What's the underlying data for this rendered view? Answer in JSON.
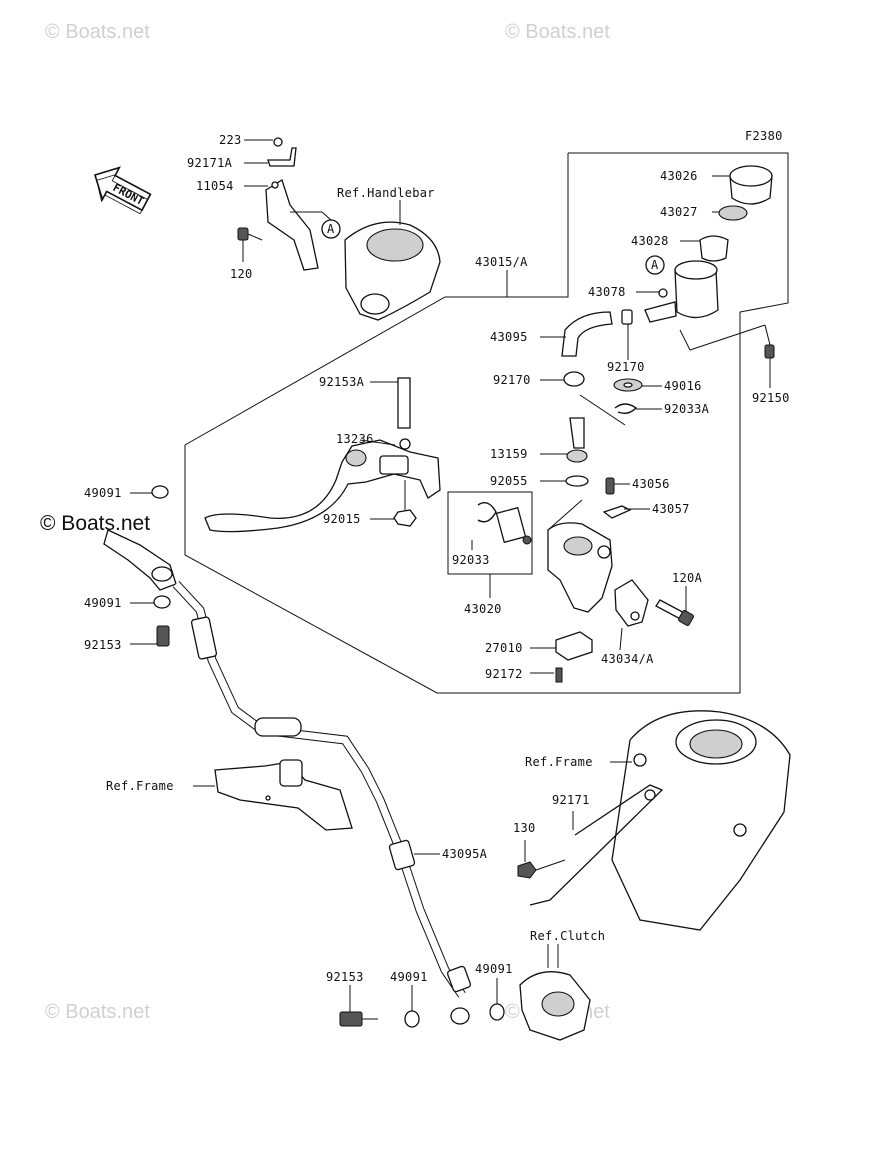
{
  "figure_code": "F2380",
  "front_label": "FRONT",
  "watermarks": {
    "top_left": "© Boats.net",
    "top_right": "© Boats.net",
    "middle": "© Boats.net",
    "bottom_left": "© Boats.net",
    "bottom_right": "© Boats.net"
  },
  "references": {
    "handlebar": "Ref.Handlebar",
    "frame_left": "Ref.Frame",
    "frame_right": "Ref.Frame",
    "clutch": "Ref.Clutch"
  },
  "callouts": {
    "a_top": "A",
    "a_right": "A"
  },
  "parts": {
    "p223": "223",
    "p92171A": "92171A",
    "p11054": "11054",
    "p120": "120",
    "p43015A": "43015/A",
    "p43026": "43026",
    "p43027": "43027",
    "p43028": "43028",
    "p43078": "43078",
    "p43095": "43095",
    "p92170a": "92170",
    "p92170b": "92170",
    "p49016": "49016",
    "p92033A": "92033A",
    "p92150": "92150",
    "p92153A": "92153A",
    "p13236": "13236",
    "p13159": "13159",
    "p92055": "92055",
    "p43056": "43056",
    "p43057": "43057",
    "p92015": "92015",
    "p92033": "92033",
    "p43020": "43020",
    "p120A": "120A",
    "p27010": "27010",
    "p43034A": "43034/A",
    "p92172": "92172",
    "p49091a": "49091",
    "p49091b": "49091",
    "p92153a": "92153",
    "p43095A": "43095A",
    "p92171": "92171",
    "p130": "130",
    "p92153b": "92153",
    "p49091c": "49091",
    "p49091d": "49091"
  }
}
